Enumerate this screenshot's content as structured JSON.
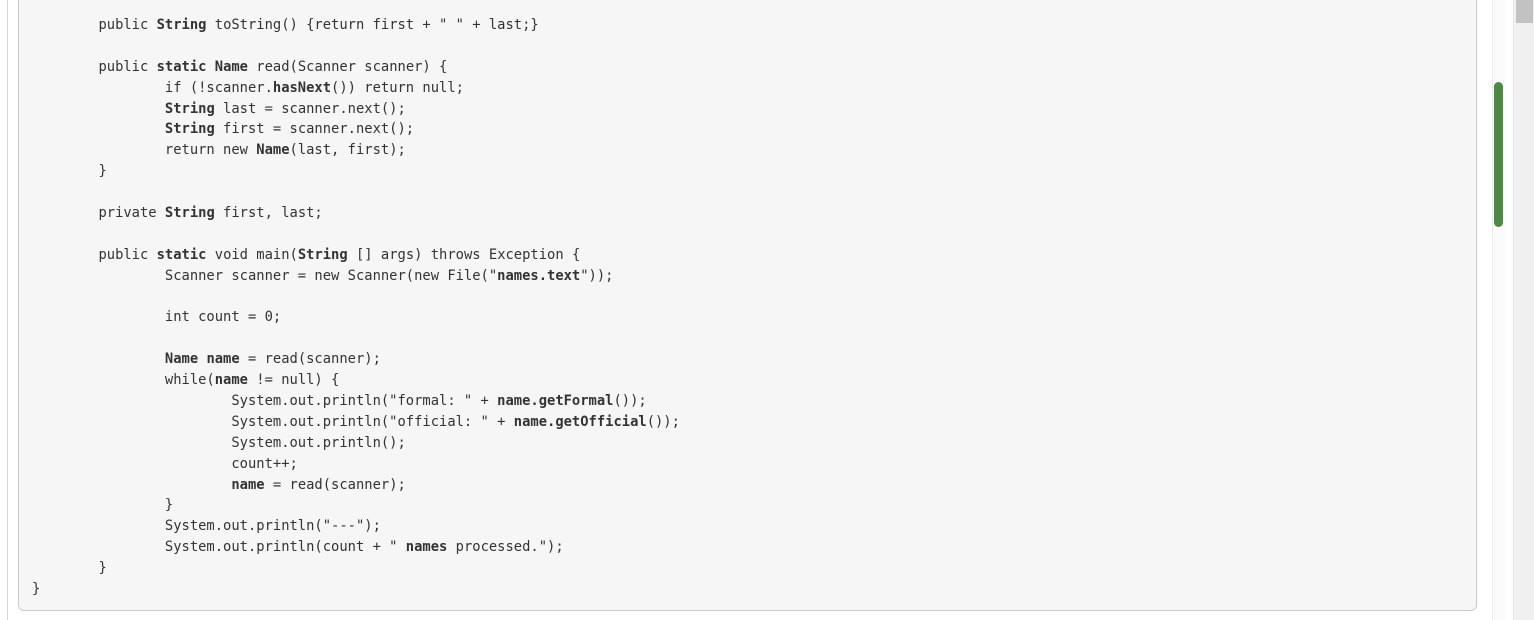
{
  "colors": {
    "code_block_bg": "#f6f6f6",
    "code_block_border": "#cbcbcb",
    "code_text": "#333333",
    "custom_scroll_thumb_green": "#4c8a42",
    "native_scroll_thumb_gray": "#c2c2c2",
    "native_scroll_track_gray": "#f0f0f0"
  },
  "code": {
    "language": "java",
    "lines": [
      {
        "segments": [
          {
            "t": "        public "
          },
          {
            "t": "String",
            "b": true
          },
          {
            "t": " toString() {return first + \" \" + last;}"
          }
        ]
      },
      {
        "segments": []
      },
      {
        "segments": [
          {
            "t": "        public "
          },
          {
            "t": "static",
            "b": true
          },
          {
            "t": " "
          },
          {
            "t": "Name",
            "b": true
          },
          {
            "t": " read(Scanner scanner) {"
          }
        ]
      },
      {
        "segments": [
          {
            "t": "                if (!scanner."
          },
          {
            "t": "hasNext",
            "b": true
          },
          {
            "t": "()) return null;"
          }
        ]
      },
      {
        "segments": [
          {
            "t": "                "
          },
          {
            "t": "String",
            "b": true
          },
          {
            "t": " last = scanner.next();"
          }
        ]
      },
      {
        "segments": [
          {
            "t": "                "
          },
          {
            "t": "String",
            "b": true
          },
          {
            "t": " first = scanner.next();"
          }
        ]
      },
      {
        "segments": [
          {
            "t": "                return new "
          },
          {
            "t": "Name",
            "b": true
          },
          {
            "t": "(last, first);"
          }
        ]
      },
      {
        "segments": [
          {
            "t": "        }"
          }
        ]
      },
      {
        "segments": []
      },
      {
        "segments": [
          {
            "t": "        private "
          },
          {
            "t": "String",
            "b": true
          },
          {
            "t": " first, last;"
          }
        ]
      },
      {
        "segments": []
      },
      {
        "segments": [
          {
            "t": "        public "
          },
          {
            "t": "static",
            "b": true
          },
          {
            "t": " void main("
          },
          {
            "t": "String",
            "b": true
          },
          {
            "t": " [] args) throws Exception {"
          }
        ]
      },
      {
        "segments": [
          {
            "t": "                Scanner scanner = new Scanner(new File(\""
          },
          {
            "t": "names.text",
            "b": true
          },
          {
            "t": "\"));"
          }
        ]
      },
      {
        "segments": []
      },
      {
        "segments": [
          {
            "t": "                int count = 0;"
          }
        ]
      },
      {
        "segments": []
      },
      {
        "segments": [
          {
            "t": "                "
          },
          {
            "t": "Name name",
            "b": true
          },
          {
            "t": " = read(scanner);"
          }
        ]
      },
      {
        "segments": [
          {
            "t": "                while("
          },
          {
            "t": "name",
            "b": true
          },
          {
            "t": " != null) {"
          }
        ]
      },
      {
        "segments": [
          {
            "t": "                        System.out.println(\"formal: \" + "
          },
          {
            "t": "name.getFormal",
            "b": true
          },
          {
            "t": "());"
          }
        ]
      },
      {
        "segments": [
          {
            "t": "                        System.out.println(\"official: \" + "
          },
          {
            "t": "name.getOfficial",
            "b": true
          },
          {
            "t": "());"
          }
        ]
      },
      {
        "segments": [
          {
            "t": "                        System.out.println();"
          }
        ]
      },
      {
        "segments": [
          {
            "t": "                        count++;"
          }
        ]
      },
      {
        "segments": [
          {
            "t": "                        "
          },
          {
            "t": "name",
            "b": true
          },
          {
            "t": " = read(scanner);"
          }
        ]
      },
      {
        "segments": [
          {
            "t": "                }"
          }
        ]
      },
      {
        "segments": [
          {
            "t": "                System.out.println(\"---\");"
          }
        ]
      },
      {
        "segments": [
          {
            "t": "                System.out.println(count + \" "
          },
          {
            "t": "names",
            "b": true
          },
          {
            "t": " processed.\");"
          }
        ]
      },
      {
        "segments": [
          {
            "t": "        }"
          }
        ]
      },
      {
        "segments": [
          {
            "t": "}"
          }
        ]
      }
    ]
  }
}
